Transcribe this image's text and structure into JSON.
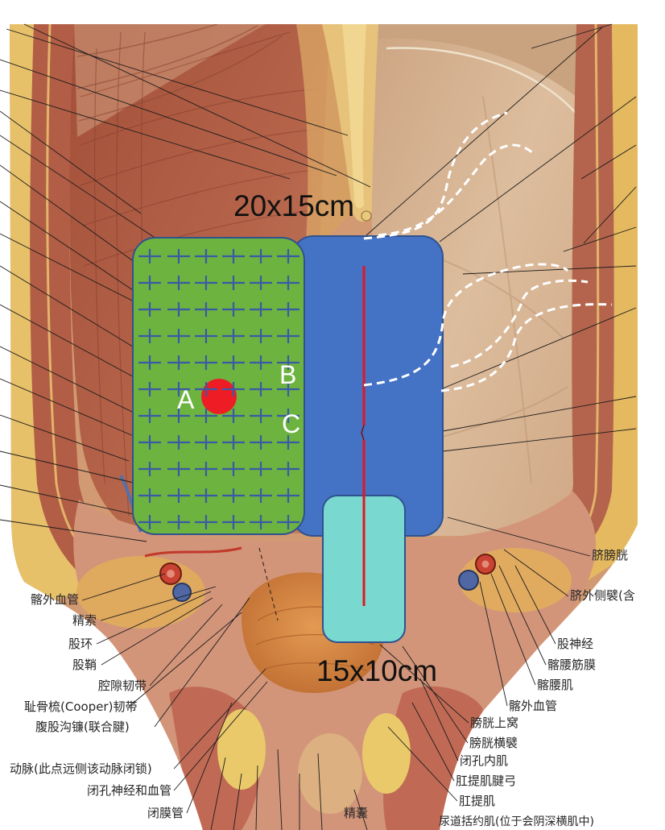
{
  "figure": {
    "large_mesh_size": "20x15cm",
    "small_mesh_size": "15x10cm",
    "point_a": "A",
    "point_b": "B",
    "point_c": "C"
  },
  "anatomy_labels": {
    "left": [
      "髂外血管",
      "精索",
      "股环",
      "股鞘",
      "腔隙韧带",
      "耻骨梳(Cooper)韧带",
      "腹股沟镰(联合腱)",
      "动脉(此点远侧该动脉闭锁)",
      "闭孔神经和血管",
      "闭膜管"
    ],
    "right": [
      "脐膀胱",
      "脐外侧襞(含",
      "股神经",
      "髂腰筋膜",
      "髂腰肌",
      "髂外血管",
      "膀胱上窝",
      "膀胱横襞",
      "闭孔内肌",
      "肛提肌腱弓",
      "肛提肌"
    ],
    "bottom": [
      "精囊",
      "尿道括约肌(位于会阴深横肌中)"
    ]
  },
  "colors": {
    "large_mesh": "#6db33f",
    "medium_mesh": "#4472c4",
    "small_mesh": "#79d8d0",
    "mesh_outline": "#2f528f",
    "grid_marks": "#3a5aa6",
    "incision_line": "#e8141b",
    "point_a_marker": "#ee1c24",
    "dashed_curves": "#ffffff",
    "overlay_letters": "#ffffff",
    "leader_lines": "#1c1c1c"
  }
}
